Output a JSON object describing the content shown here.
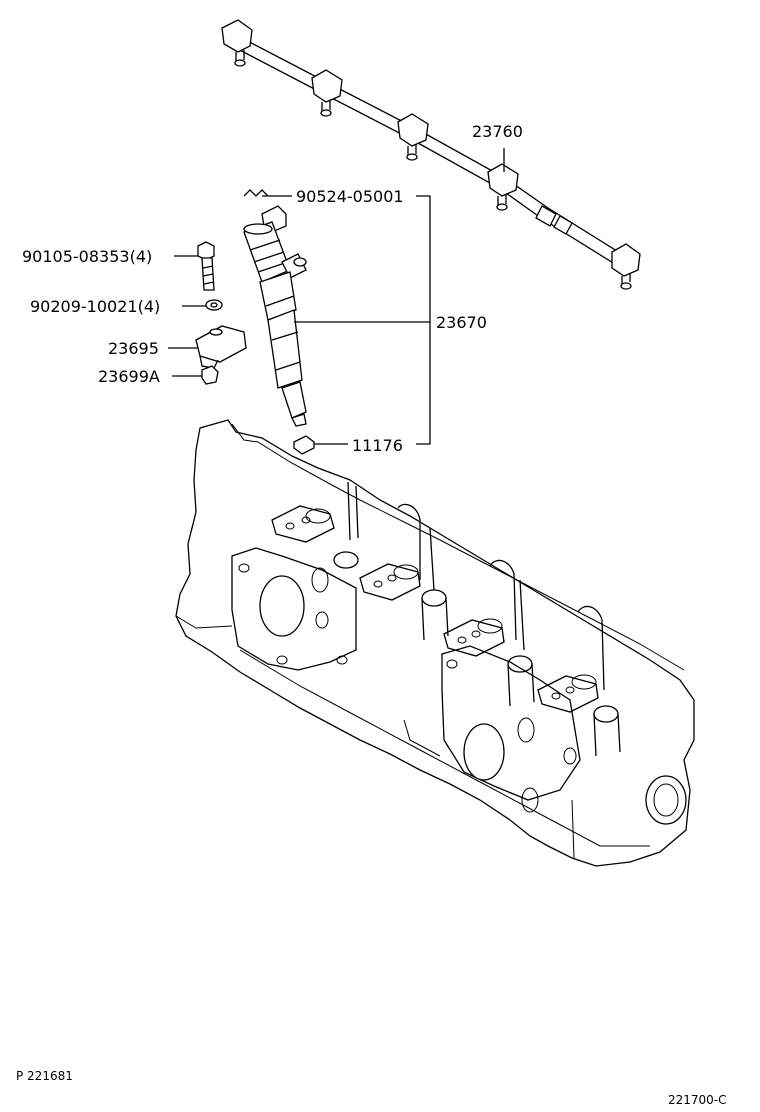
{
  "callouts": [
    {
      "id": "p23760",
      "part_no": "23760"
    },
    {
      "id": "p90524",
      "part_no": "90524-05001"
    },
    {
      "id": "p90105",
      "part_no": "90105-08353(4)"
    },
    {
      "id": "p90209",
      "part_no": "90209-10021(4)"
    },
    {
      "id": "p23670",
      "part_no": "23670"
    },
    {
      "id": "p23695",
      "part_no": "23695"
    },
    {
      "id": "p23699A",
      "part_no": "23699A"
    },
    {
      "id": "p11176",
      "part_no": "11176"
    }
  ],
  "footer": {
    "left_code": "P 221681",
    "right_code": "221700-C"
  }
}
